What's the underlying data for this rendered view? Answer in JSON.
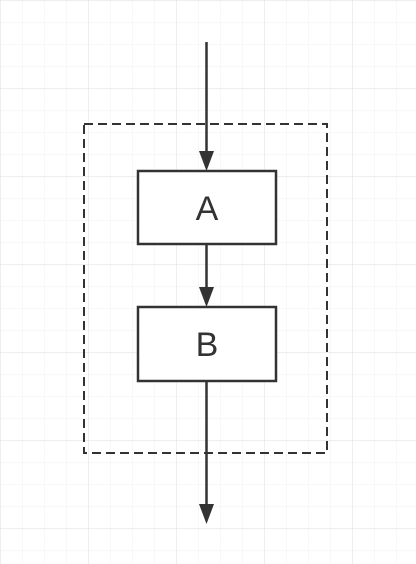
{
  "diagram": {
    "type": "flowchart",
    "grid": true,
    "colors": {
      "background": "#ffffff",
      "grid_minor": "#f0f0f0",
      "grid_major": "#dddddd",
      "stroke": "#333333"
    },
    "container": {
      "style": "dashed"
    },
    "nodes": [
      {
        "id": "A",
        "label": "A"
      },
      {
        "id": "B",
        "label": "B"
      }
    ],
    "edges": [
      {
        "from": "entry",
        "to": "A"
      },
      {
        "from": "A",
        "to": "B"
      },
      {
        "from": "B",
        "to": "exit"
      }
    ]
  }
}
